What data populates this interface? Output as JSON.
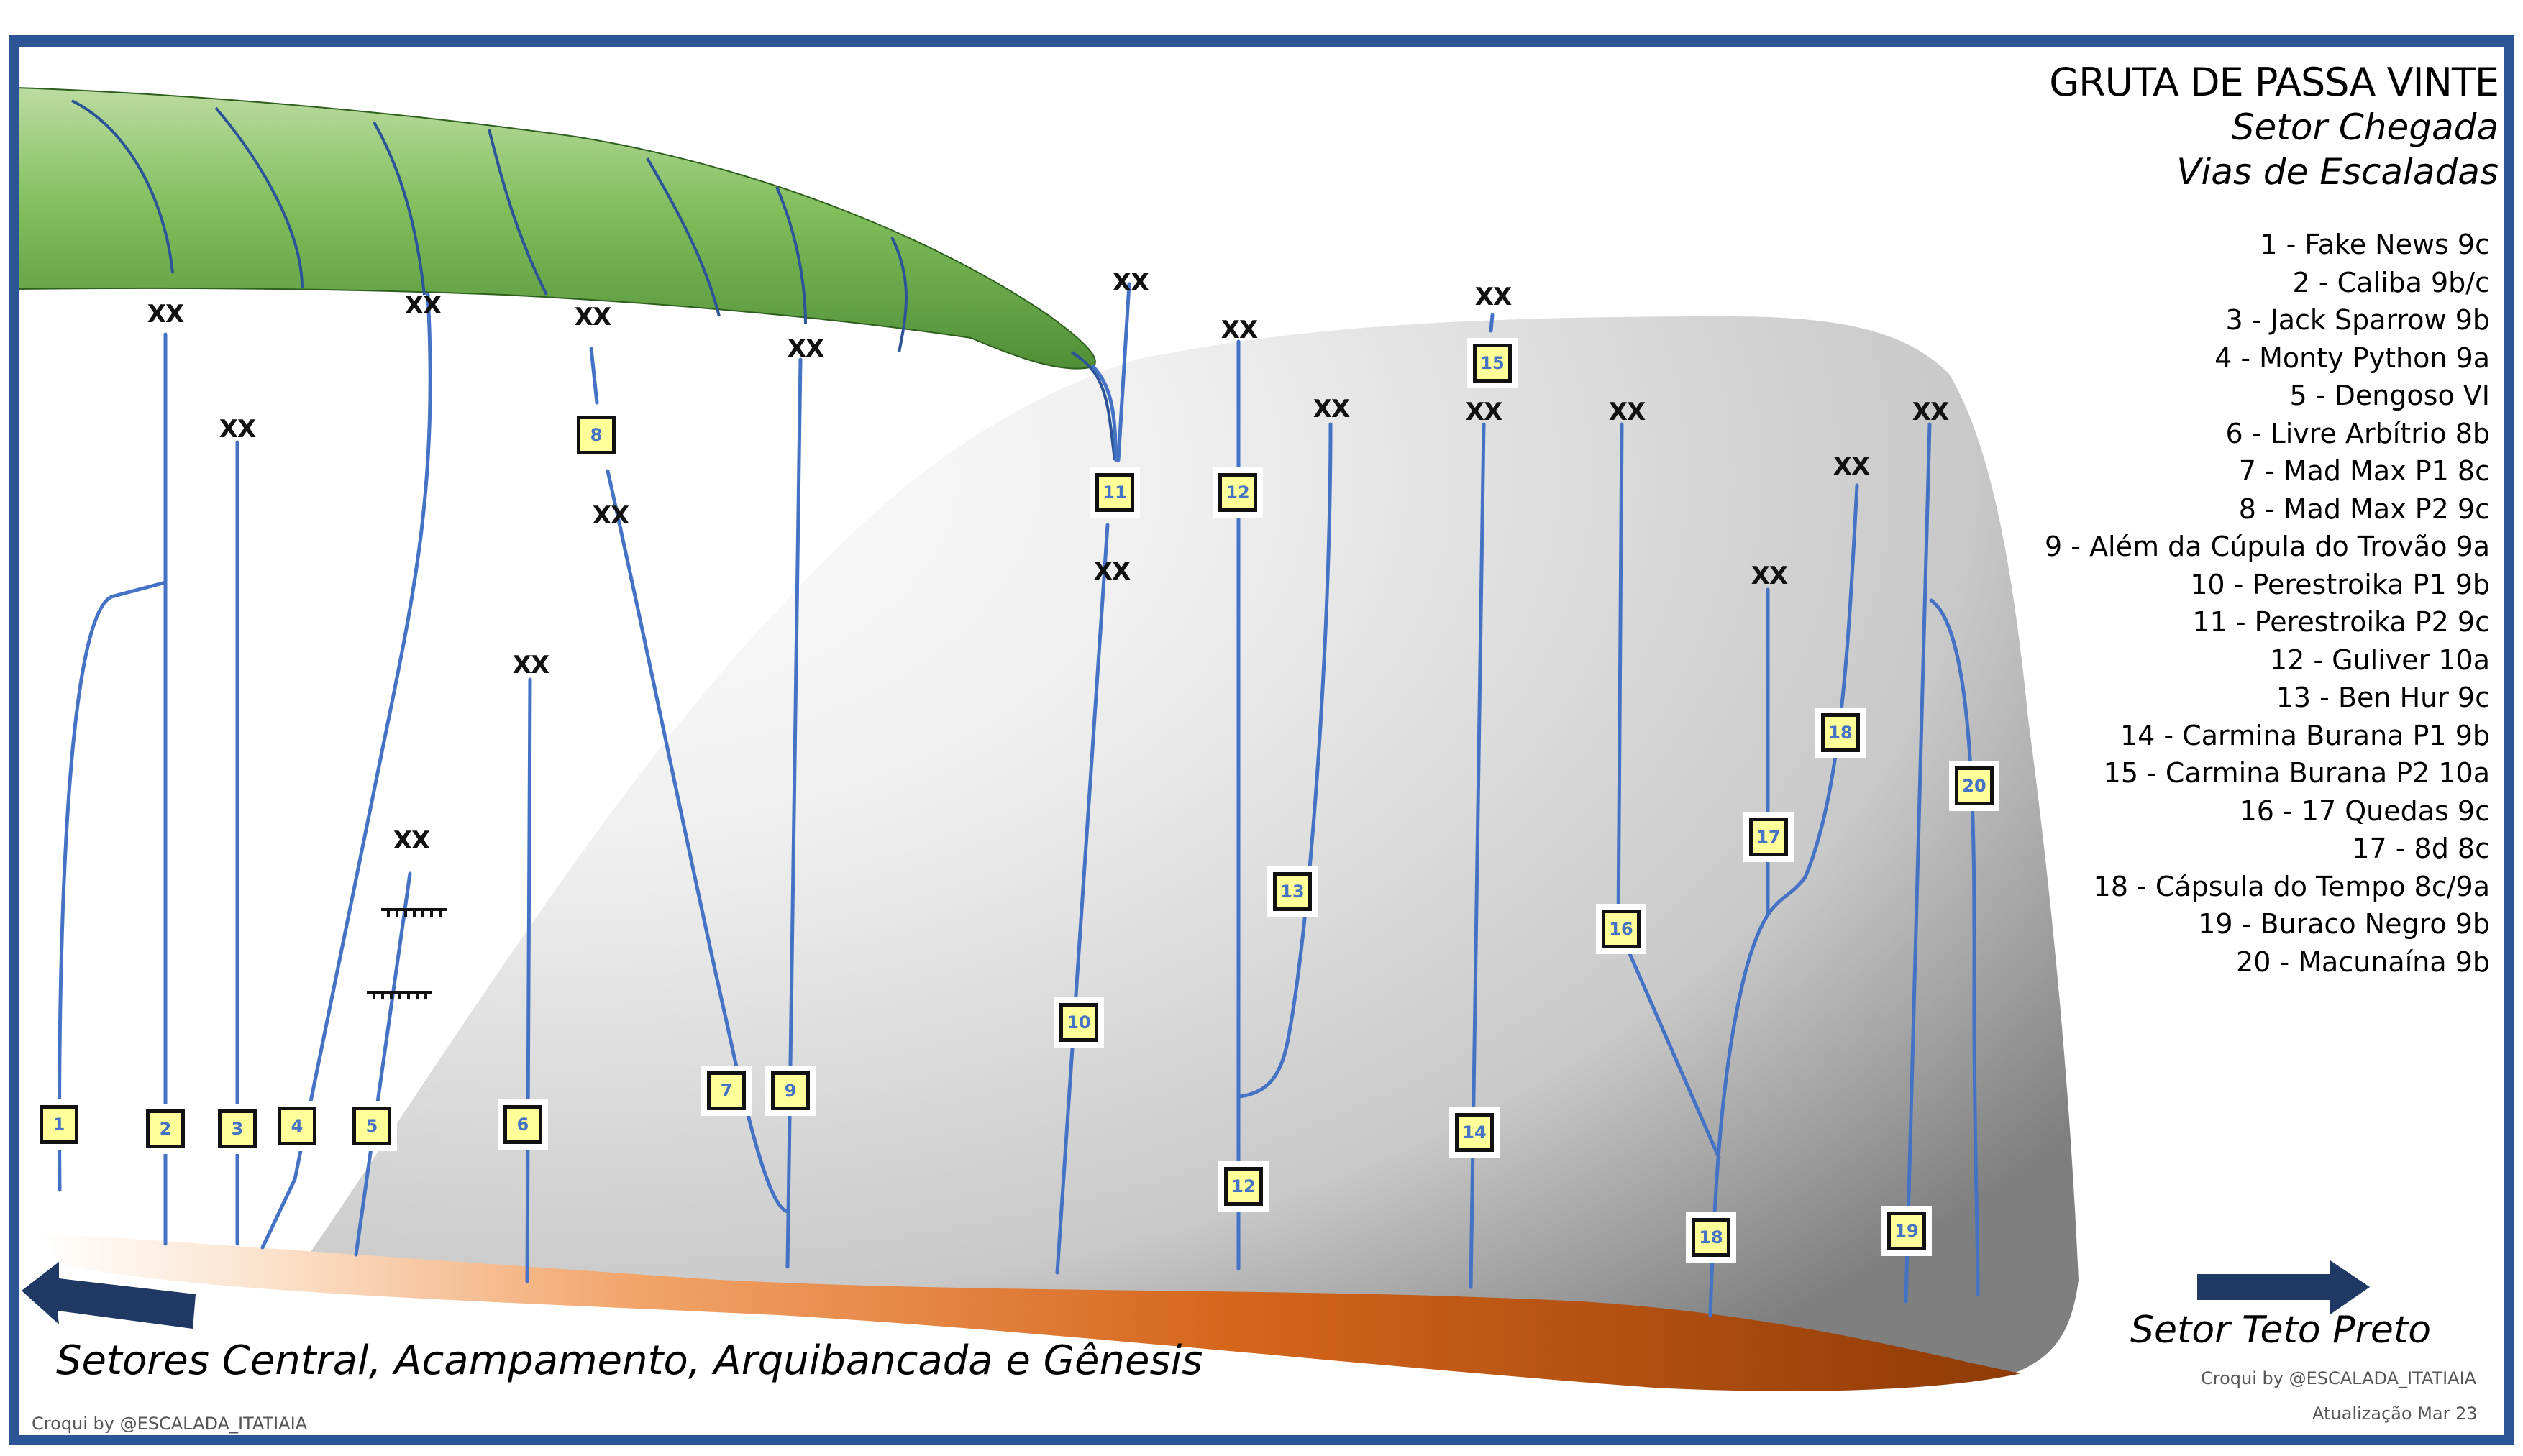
{
  "header": {
    "title": "GRUTA DE PASSA VINTE",
    "subtitle_1": "Setor Chegada",
    "subtitle_2": "Vias de Escaladas"
  },
  "legend": [
    "1 - Fake News 9c",
    "2 - Caliba 9b/c",
    "3 - Jack Sparrow 9b",
    "4 - Monty Python 9a",
    "5 - Dengoso VI",
    "6 - Livre Arbítrio 8b",
    "7 - Mad Max P1 8c",
    "8 - Mad Max P2 9c",
    "9 - Além da Cúpula do Trovão 9a",
    "10 - Perestroika P1 9b",
    "11 - Perestroika P2 9c",
    "12 - Guliver 10a",
    "13 - Ben Hur 9c",
    "14 - Carmina Burana P1 9b",
    "15 - Carmina Burana P2 10a",
    "16 - 17 Quedas 9c",
    "17 - 8d 8c",
    "18 - Cápsula do Tempo 8c/9a",
    "19 - Buraco Negro 9b",
    "20 - Macunaína 9b"
  ],
  "route_labels": [
    "1",
    "2",
    "3",
    "4",
    "5",
    "6",
    "7",
    "8",
    "9",
    "10",
    "11",
    "12",
    "12",
    "13",
    "14",
    "15",
    "16",
    "17",
    "18",
    "18",
    "19",
    "20"
  ],
  "anchor_text": "XX",
  "sectors": {
    "left": "Setores Central, Acampamento, Arquibancada e Gênesis",
    "right": "Setor Teto Preto"
  },
  "credits": {
    "right": "Croqui by @ESCALADA_ITATIAIA",
    "left": "Croqui by @ESCALADA_ITATIAIA",
    "update": "Atualização Mar 23"
  },
  "colors": {
    "frame": "#2c5597",
    "route_line": "#4472c4",
    "label_fill": "#ffff99",
    "roof_green": "#5aa03c",
    "ground_orange": "#c55a11",
    "arrow": "#1f3864"
  }
}
